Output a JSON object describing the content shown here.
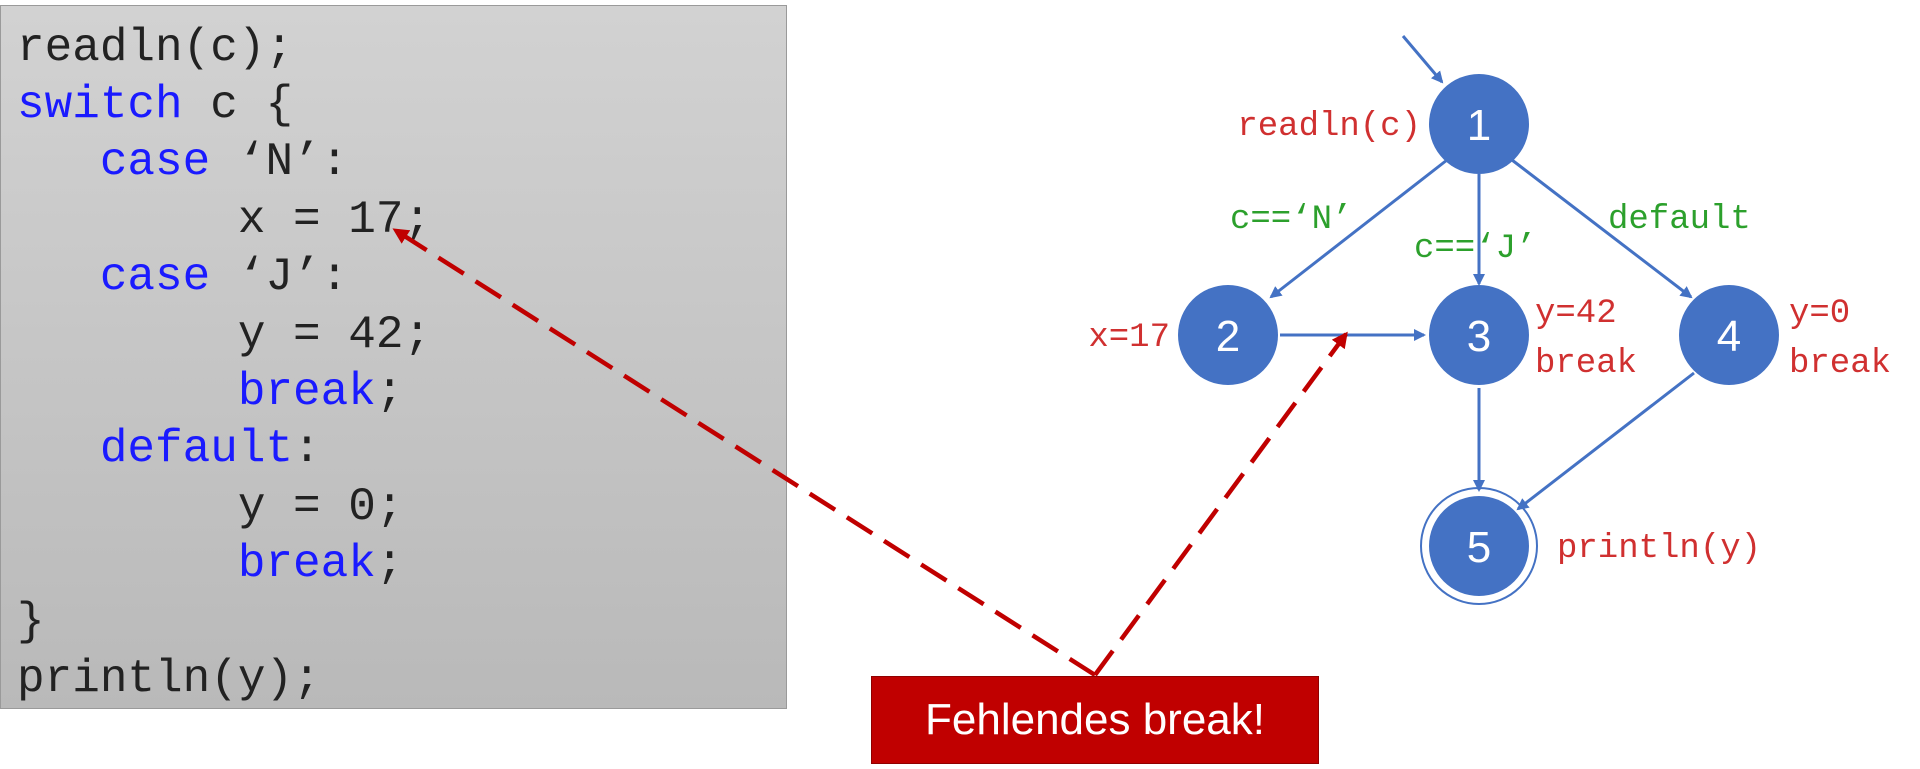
{
  "code": {
    "lines": [
      {
        "indent": "",
        "keyword": "",
        "text": "readln(c);"
      },
      {
        "indent": "",
        "keyword": "switch",
        "text": " c {"
      },
      {
        "indent": "   ",
        "keyword": "case",
        "text": " ‘N’:"
      },
      {
        "indent": "        ",
        "keyword": "",
        "text": "x = 17;"
      },
      {
        "indent": "   ",
        "keyword": "case",
        "text": " ‘J’:"
      },
      {
        "indent": "        ",
        "keyword": "",
        "text": "y = 42;"
      },
      {
        "indent": "        ",
        "keyword": "break",
        "text": ";"
      },
      {
        "indent": "   ",
        "keyword": "default",
        "text": ":"
      },
      {
        "indent": "        ",
        "keyword": "",
        "text": "y = 0;"
      },
      {
        "indent": "        ",
        "keyword": "break",
        "text": ";"
      },
      {
        "indent": "",
        "keyword": "",
        "text": "}"
      },
      {
        "indent": "",
        "keyword": "",
        "text": "println(y);"
      }
    ]
  },
  "graph": {
    "nodes": [
      {
        "id": "1",
        "label": "1",
        "statement": "readln(c)"
      },
      {
        "id": "2",
        "label": "2",
        "statement": "x=17"
      },
      {
        "id": "3",
        "label": "3",
        "statement_lines": [
          "y=42",
          "break"
        ]
      },
      {
        "id": "4",
        "label": "4",
        "statement_lines": [
          "y=0",
          "break"
        ]
      },
      {
        "id": "5",
        "label": "5",
        "statement": "println(y)",
        "final": true
      }
    ],
    "edges": [
      {
        "from": "1",
        "to": "2",
        "condition": "c==‘N’"
      },
      {
        "from": "1",
        "to": "3",
        "condition": "c==‘J’"
      },
      {
        "from": "1",
        "to": "4",
        "condition": "default"
      },
      {
        "from": "2",
        "to": "3",
        "condition": ""
      },
      {
        "from": "3",
        "to": "5",
        "condition": ""
      },
      {
        "from": "4",
        "to": "5",
        "condition": ""
      }
    ]
  },
  "callout": {
    "text": "Fehlendes break!"
  },
  "colors": {
    "node_fill": "#4472c4",
    "edge": "#4472c4",
    "statement_text": "#d03030",
    "condition_text": "#2ca02c",
    "keyword": "#1a1aff",
    "callout_fill": "#c00000",
    "callout_arrow": "#c00000"
  }
}
